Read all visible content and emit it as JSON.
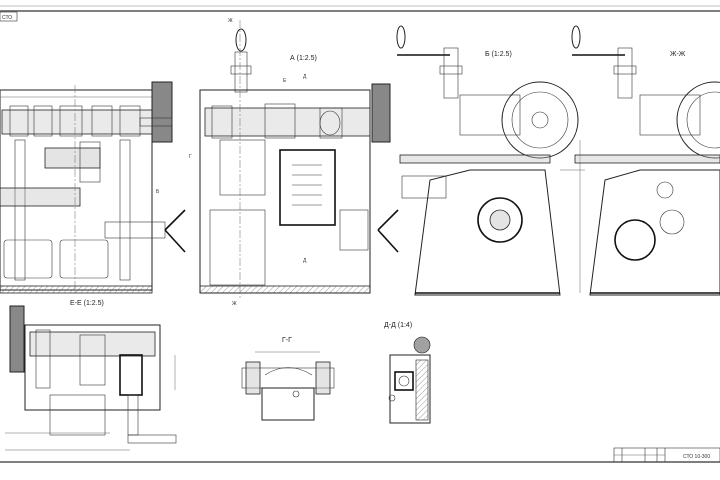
{
  "drawing": {
    "stamp_code": "СТО",
    "labels": {
      "view_a": "А (1:2.5)",
      "view_b": "Б (1:2.5)",
      "section_zh": "Ж-Ж",
      "section_e": "Е-Е (1:2.5)",
      "section_g": "Г-Г",
      "section_d": "Д-Д (1:4)",
      "mark_zh_top": "Ж",
      "mark_zh_bottom": "Ж",
      "mark_e": "Е",
      "mark_d": "Д",
      "mark_d_bottom": "Д",
      "mark_b": "Б",
      "mark_g": "Г"
    },
    "title_block": {
      "designation": "СТО 10-300"
    }
  }
}
